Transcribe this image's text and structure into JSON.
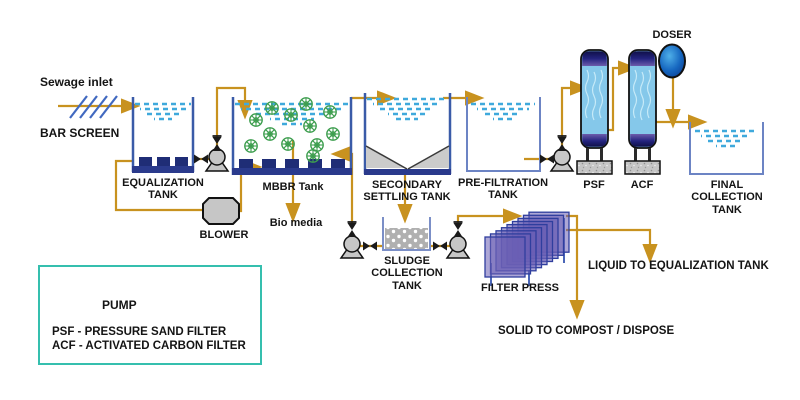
{
  "labels": {
    "sewage_inlet": "Sewage inlet",
    "bar_screen": "BAR SCREEN",
    "equalization_tank": "EQUALIZATION TANK",
    "mbbr_tank": "MBBR Tank",
    "bio_media": "Bio media",
    "blower": "BLOWER",
    "secondary_settling_tank": "SECONDARY SETTLING TANK",
    "pre_filtration_tank": "PRE-FILTRATION TANK",
    "psf": "PSF",
    "acf": "ACF",
    "doser": "DOSER",
    "final_collection_tank": "FINAL COLLECTION TANK",
    "sludge_collection_tank": "SLUDGE COLLECTION TANK",
    "filter_press": "FILTER PRESS",
    "liquid_out": "LIQUID TO EQUALIZATION TANK",
    "solid_out": "SOLID TO COMPOST / DISPOSE"
  },
  "legend": {
    "pump_label": "PUMP",
    "psf_definition": "PSF - PRESSURE SAND FILTER",
    "acf_definition": "ACF - ACTIVATED CARBON FILTER"
  },
  "icons": {
    "pump-icon": "gray circle with trapezoid base",
    "valve-icon": "black bowtie on pipe",
    "blower-icon": "gray octagon",
    "doser-icon": "blue egg shape",
    "bar-screen-icon": "diagonal blue bars over inlet arrow",
    "bio-media-icon": "green spoked wheel",
    "filter-press-icon": "stack of overlapping purple plates",
    "psf-column-icon": "blue vertical filter vessel",
    "acf-column-icon": "blue vertical filter vessel"
  },
  "colors": {
    "pipe": "#C8921F",
    "tank_wall": "#3A5BA8",
    "tank_base": "#2A3A8C",
    "diffuser_block": "#1F2D76",
    "water": "#3FA9DC",
    "bio_media_green": "#3E9E4F",
    "column_body_blue": "#85C8EA",
    "column_cap_navy": "#16165E",
    "equipment_gray": "#C6C6C6",
    "filter_press_purple": "#5A50AA",
    "legend_border_teal": "#35BFAE"
  }
}
